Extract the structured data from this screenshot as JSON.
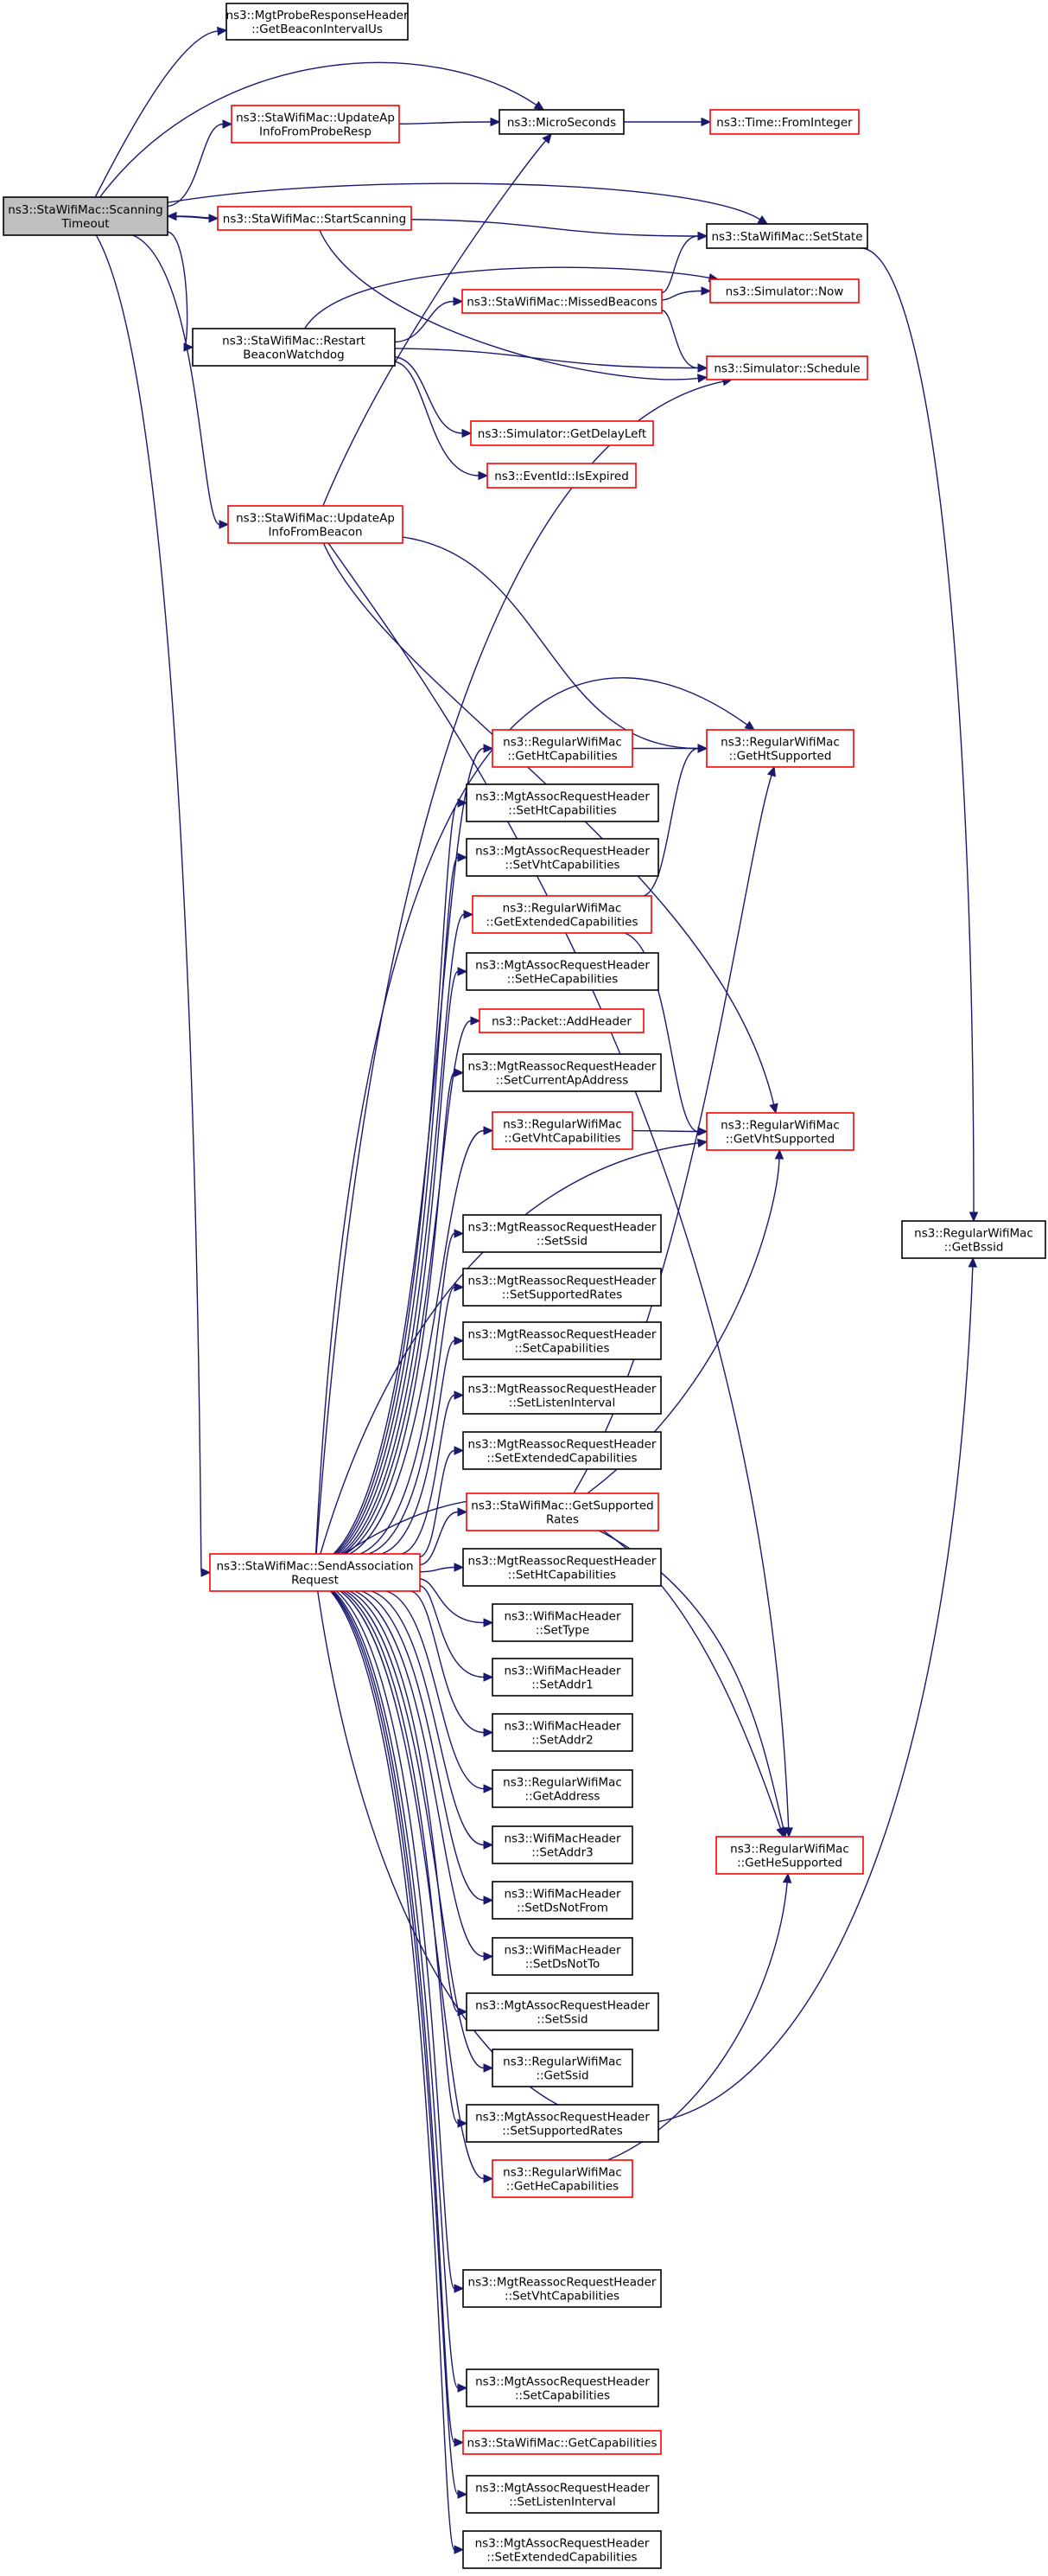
{
  "colors": {
    "edge": "#191970",
    "documented_border": "#000000",
    "undocumented_border": "#ff0000",
    "root_fill": "#bfbfbf"
  },
  "nodes": [
    {
      "id": "scan",
      "lines": [
        "ns3::StaWifiMac::Scanning",
        "Timeout"
      ],
      "style": "root"
    },
    {
      "id": "probe",
      "lines": [
        "ns3::MgtProbeResponseHeader",
        "::GetBeaconIntervalUs"
      ],
      "style": "black"
    },
    {
      "id": "upd_probe",
      "lines": [
        "ns3::StaWifiMac::UpdateAp",
        "InfoFromProbeResp"
      ],
      "style": "red"
    },
    {
      "id": "micro",
      "lines": [
        "ns3::MicroSeconds"
      ],
      "style": "black"
    },
    {
      "id": "fromint",
      "lines": [
        "ns3::Time::FromInteger"
      ],
      "style": "red"
    },
    {
      "id": "startscan",
      "lines": [
        "ns3::StaWifiMac::StartScanning"
      ],
      "style": "red"
    },
    {
      "id": "setstate",
      "lines": [
        "ns3::StaWifiMac::SetState"
      ],
      "style": "black"
    },
    {
      "id": "missed",
      "lines": [
        "ns3::StaWifiMac::MissedBeacons"
      ],
      "style": "red"
    },
    {
      "id": "now",
      "lines": [
        "ns3::Simulator::Now"
      ],
      "style": "red"
    },
    {
      "id": "restart",
      "lines": [
        "ns3::StaWifiMac::Restart",
        "BeaconWatchdog"
      ],
      "style": "black"
    },
    {
      "id": "schedule",
      "lines": [
        "ns3::Simulator::Schedule"
      ],
      "style": "red"
    },
    {
      "id": "delay",
      "lines": [
        "ns3::Simulator::GetDelayLeft"
      ],
      "style": "red"
    },
    {
      "id": "expired",
      "lines": [
        "ns3::EventId::IsExpired"
      ],
      "style": "red"
    },
    {
      "id": "upd_beacon",
      "lines": [
        "ns3::StaWifiMac::UpdateAp",
        "InfoFromBeacon"
      ],
      "style": "red"
    },
    {
      "id": "get_htcap",
      "lines": [
        "ns3::RegularWifiMac",
        "::GetHtCapabilities"
      ],
      "style": "red"
    },
    {
      "id": "htsup",
      "lines": [
        "ns3::RegularWifiMac",
        "::GetHtSupported"
      ],
      "style": "red"
    },
    {
      "id": "assoc_setht",
      "lines": [
        "ns3::MgtAssocRequestHeader",
        "::SetHtCapabilities"
      ],
      "style": "black"
    },
    {
      "id": "assoc_setvht",
      "lines": [
        "ns3::MgtAssocRequestHeader",
        "::SetVhtCapabilities"
      ],
      "style": "black"
    },
    {
      "id": "get_extcap",
      "lines": [
        "ns3::RegularWifiMac",
        "::GetExtendedCapabilities"
      ],
      "style": "red"
    },
    {
      "id": "assoc_sethe",
      "lines": [
        "ns3::MgtAssocRequestHeader",
        "::SetHeCapabilities"
      ],
      "style": "black"
    },
    {
      "id": "addheader",
      "lines": [
        "ns3::Packet::AddHeader"
      ],
      "style": "red"
    },
    {
      "id": "reassoc_setcur",
      "lines": [
        "ns3::MgtReassocRequestHeader",
        "::SetCurrentApAddress"
      ],
      "style": "black"
    },
    {
      "id": "get_vhtcap",
      "lines": [
        "ns3::RegularWifiMac",
        "::GetVhtCapabilities"
      ],
      "style": "red"
    },
    {
      "id": "vhtsup",
      "lines": [
        "ns3::RegularWifiMac",
        "::GetVhtSupported"
      ],
      "style": "red"
    },
    {
      "id": "getbssid",
      "lines": [
        "ns3::RegularWifiMac",
        "::GetBssid"
      ],
      "style": "black"
    },
    {
      "id": "reassoc_setssid",
      "lines": [
        "ns3::MgtReassocRequestHeader",
        "::SetSsid"
      ],
      "style": "black"
    },
    {
      "id": "reassoc_setrates",
      "lines": [
        "ns3::MgtReassocRequestHeader",
        "::SetSupportedRates"
      ],
      "style": "black"
    },
    {
      "id": "reassoc_setcaps",
      "lines": [
        "ns3::MgtReassocRequestHeader",
        "::SetCapabilities"
      ],
      "style": "black"
    },
    {
      "id": "reassoc_setlisten",
      "lines": [
        "ns3::MgtReassocRequestHeader",
        "::SetListenInterval"
      ],
      "style": "black"
    },
    {
      "id": "reassoc_setext",
      "lines": [
        "ns3::MgtReassocRequestHeader",
        "::SetExtendedCapabilities"
      ],
      "style": "black"
    },
    {
      "id": "getrates",
      "lines": [
        "ns3::StaWifiMac::GetSupported",
        "Rates"
      ],
      "style": "red"
    },
    {
      "id": "sendassoc",
      "lines": [
        "ns3::StaWifiMac::SendAssociation",
        "Request"
      ],
      "style": "red"
    },
    {
      "id": "reassoc_setht",
      "lines": [
        "ns3::MgtReassocRequestHeader",
        "::SetHtCapabilities"
      ],
      "style": "black"
    },
    {
      "id": "settype",
      "lines": [
        "ns3::WifiMacHeader",
        "::SetType"
      ],
      "style": "black"
    },
    {
      "id": "setaddr1",
      "lines": [
        "ns3::WifiMacHeader",
        "::SetAddr1"
      ],
      "style": "black"
    },
    {
      "id": "setaddr2",
      "lines": [
        "ns3::WifiMacHeader",
        "::SetAddr2"
      ],
      "style": "black"
    },
    {
      "id": "getaddress",
      "lines": [
        "ns3::RegularWifiMac",
        "::GetAddress"
      ],
      "style": "black"
    },
    {
      "id": "setaddr3",
      "lines": [
        "ns3::WifiMacHeader",
        "::SetAddr3"
      ],
      "style": "black"
    },
    {
      "id": "hesup",
      "lines": [
        "ns3::RegularWifiMac",
        "::GetHeSupported"
      ],
      "style": "red"
    },
    {
      "id": "setdsnotfrom",
      "lines": [
        "ns3::WifiMacHeader",
        "::SetDsNotFrom"
      ],
      "style": "black"
    },
    {
      "id": "setdsnotto",
      "lines": [
        "ns3::WifiMacHeader",
        "::SetDsNotTo"
      ],
      "style": "black"
    },
    {
      "id": "assoc_setssid",
      "lines": [
        "ns3::MgtAssocRequestHeader",
        "::SetSsid"
      ],
      "style": "black"
    },
    {
      "id": "getssid",
      "lines": [
        "ns3::RegularWifiMac",
        "::GetSsid"
      ],
      "style": "black"
    },
    {
      "id": "assoc_setrates",
      "lines": [
        "ns3::MgtAssocRequestHeader",
        "::SetSupportedRates"
      ],
      "style": "black"
    },
    {
      "id": "get_hecap",
      "lines": [
        "ns3::RegularWifiMac",
        "::GetHeCapabilities"
      ],
      "style": "red"
    },
    {
      "id": "reassoc_setvht",
      "lines": [
        "ns3::MgtReassocRequestHeader",
        "::SetVhtCapabilities"
      ],
      "style": "black"
    },
    {
      "id": "assoc_setcaps",
      "lines": [
        "ns3::MgtAssocRequestHeader",
        "::SetCapabilities"
      ],
      "style": "black"
    },
    {
      "id": "getcaps",
      "lines": [
        "ns3::StaWifiMac::GetCapabilities"
      ],
      "style": "red"
    },
    {
      "id": "assoc_setlisten",
      "lines": [
        "ns3::MgtAssocRequestHeader",
        "::SetListenInterval"
      ],
      "style": "black"
    },
    {
      "id": "assoc_setext",
      "lines": [
        "ns3::MgtAssocRequestHeader",
        "::SetExtendedCapabilities"
      ],
      "style": "black"
    }
  ],
  "edges": [
    [
      "scan",
      "probe"
    ],
    [
      "scan",
      "micro"
    ],
    [
      "scan",
      "upd_probe"
    ],
    [
      "scan",
      "setstate"
    ],
    [
      "scan",
      "startscan"
    ],
    [
      "scan",
      "restart"
    ],
    [
      "scan",
      "upd_beacon"
    ],
    [
      "scan",
      "sendassoc"
    ],
    [
      "upd_probe",
      "micro"
    ],
    [
      "micro",
      "fromint"
    ],
    [
      "startscan",
      "scan"
    ],
    [
      "startscan",
      "setstate"
    ],
    [
      "startscan",
      "schedule"
    ],
    [
      "setstate",
      "getbssid"
    ],
    [
      "missed",
      "setstate"
    ],
    [
      "missed",
      "now"
    ],
    [
      "missed",
      "schedule"
    ],
    [
      "restart",
      "missed"
    ],
    [
      "restart",
      "now"
    ],
    [
      "restart",
      "schedule"
    ],
    [
      "restart",
      "delay"
    ],
    [
      "restart",
      "expired"
    ],
    [
      "upd_beacon",
      "micro"
    ],
    [
      "upd_beacon",
      "htsup"
    ],
    [
      "upd_beacon",
      "vhtsup"
    ],
    [
      "upd_beacon",
      "hesup"
    ],
    [
      "get_htcap",
      "htsup"
    ],
    [
      "get_extcap",
      "htsup"
    ],
    [
      "get_extcap",
      "vhtsup"
    ],
    [
      "get_vhtcap",
      "vhtsup"
    ],
    [
      "getrates",
      "htsup"
    ],
    [
      "getrates",
      "vhtsup"
    ],
    [
      "getrates",
      "hesup"
    ],
    [
      "get_hecap",
      "hesup"
    ],
    [
      "sendassoc",
      "schedule"
    ],
    [
      "sendassoc",
      "htsup"
    ],
    [
      "sendassoc",
      "get_htcap"
    ],
    [
      "sendassoc",
      "assoc_setht"
    ],
    [
      "sendassoc",
      "assoc_setvht"
    ],
    [
      "sendassoc",
      "get_extcap"
    ],
    [
      "sendassoc",
      "assoc_sethe"
    ],
    [
      "sendassoc",
      "addheader"
    ],
    [
      "sendassoc",
      "reassoc_setcur"
    ],
    [
      "sendassoc",
      "get_vhtcap"
    ],
    [
      "sendassoc",
      "vhtsup"
    ],
    [
      "sendassoc",
      "reassoc_setssid"
    ],
    [
      "sendassoc",
      "reassoc_setrates"
    ],
    [
      "sendassoc",
      "reassoc_setcaps"
    ],
    [
      "sendassoc",
      "reassoc_setlisten"
    ],
    [
      "sendassoc",
      "reassoc_setext"
    ],
    [
      "sendassoc",
      "getrates"
    ],
    [
      "sendassoc",
      "reassoc_setht"
    ],
    [
      "sendassoc",
      "settype"
    ],
    [
      "sendassoc",
      "setaddr1"
    ],
    [
      "sendassoc",
      "setaddr2"
    ],
    [
      "sendassoc",
      "getaddress"
    ],
    [
      "sendassoc",
      "setaddr3"
    ],
    [
      "sendassoc",
      "hesup"
    ],
    [
      "sendassoc",
      "setdsnotfrom"
    ],
    [
      "sendassoc",
      "setdsnotto"
    ],
    [
      "sendassoc",
      "assoc_setssid"
    ],
    [
      "sendassoc",
      "getssid"
    ],
    [
      "sendassoc",
      "assoc_setrates"
    ],
    [
      "sendassoc",
      "get_hecap"
    ],
    [
      "sendassoc",
      "getbssid"
    ],
    [
      "sendassoc",
      "reassoc_setvht"
    ],
    [
      "sendassoc",
      "assoc_setcaps"
    ],
    [
      "sendassoc",
      "getcaps"
    ],
    [
      "sendassoc",
      "assoc_setlisten"
    ],
    [
      "sendassoc",
      "assoc_setext"
    ]
  ]
}
